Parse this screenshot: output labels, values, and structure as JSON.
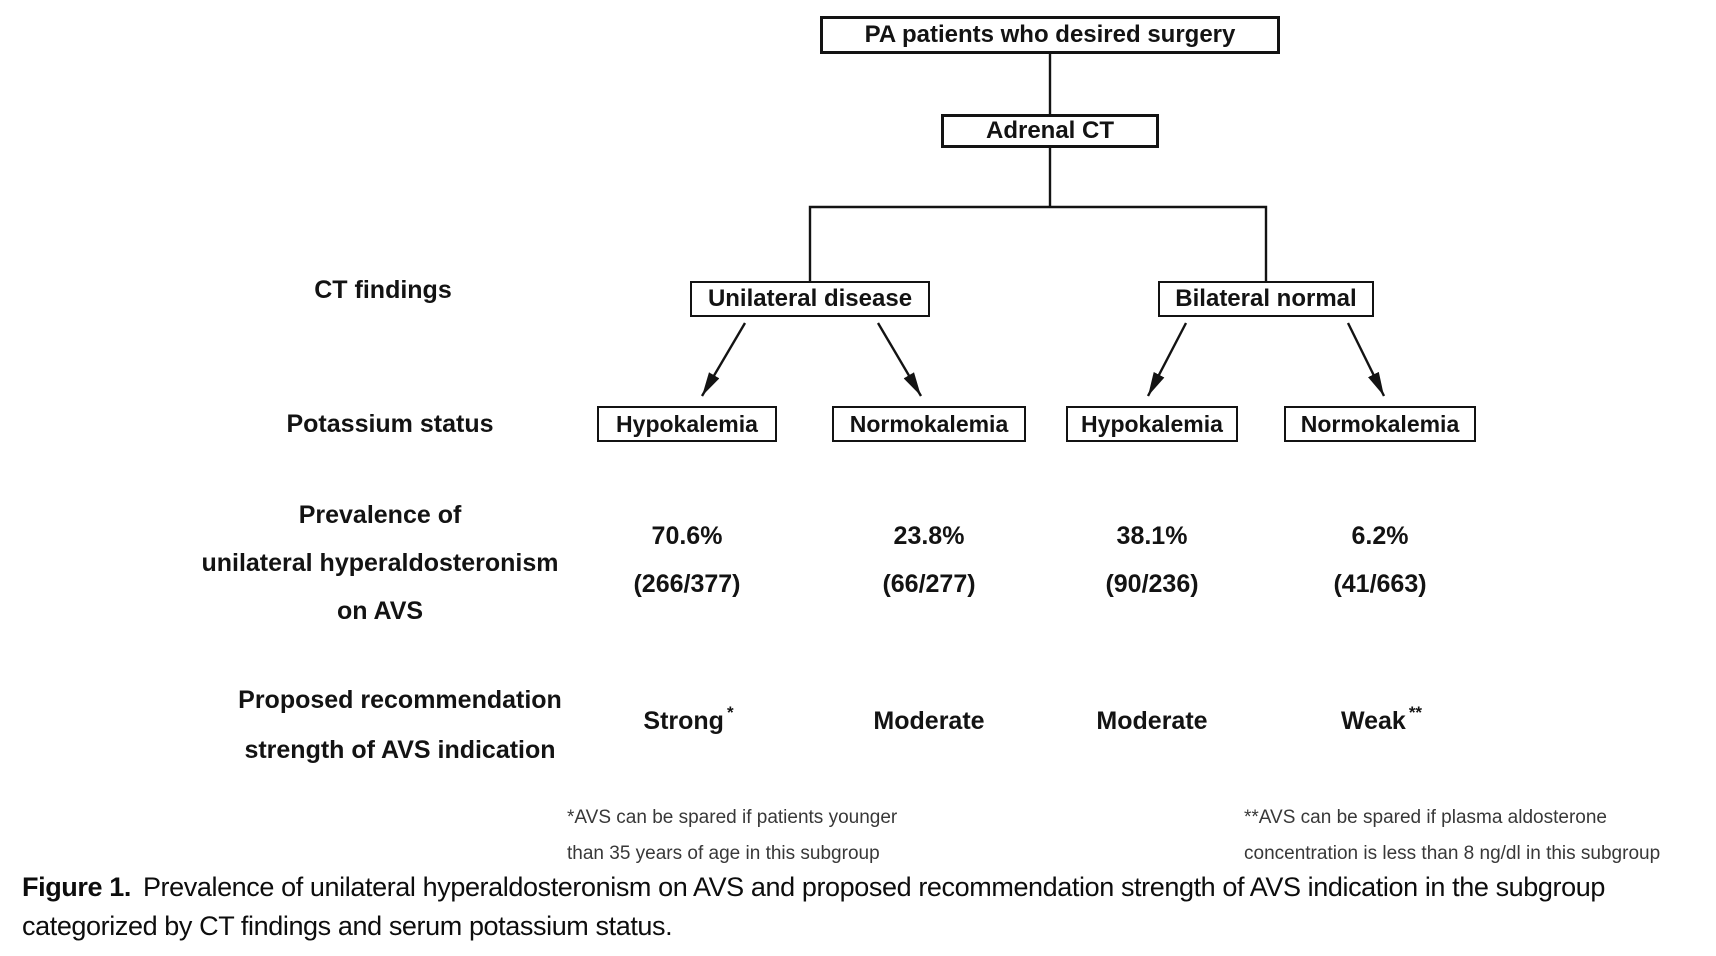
{
  "colors": {
    "background": "#ffffff",
    "line": "#131313",
    "text": "#131313",
    "footnote_text": "#383838"
  },
  "flowchart": {
    "root_label": "PA patients who desired surgery",
    "ct_label": "Adrenal CT",
    "row_labels": {
      "ct_findings": "CT findings",
      "potassium_status": "Potassium status",
      "prevalence_line1": "Prevalence of",
      "prevalence_line2": "unilateral hyperaldosteronism",
      "prevalence_line3": "on AVS",
      "recommendation_line1": "Proposed recommendation",
      "recommendation_line2": "strength of AVS indication"
    },
    "ct_findings": [
      "Unilateral disease",
      "Bilateral normal"
    ],
    "columns": [
      {
        "ct_branch": "Unilateral disease",
        "potassium": "Hypokalemia",
        "prevalence_pct": "70.6%",
        "prevalence_fraction": "(266/377)",
        "strength": "Strong",
        "strength_note_marker": "*"
      },
      {
        "ct_branch": "Unilateral disease",
        "potassium": "Normokalemia",
        "prevalence_pct": "23.8%",
        "prevalence_fraction": "(66/277)",
        "strength": "Moderate",
        "strength_note_marker": ""
      },
      {
        "ct_branch": "Bilateral normal",
        "potassium": "Hypokalemia",
        "prevalence_pct": "38.1%",
        "prevalence_fraction": "(90/236)",
        "strength": "Moderate",
        "strength_note_marker": ""
      },
      {
        "ct_branch": "Bilateral normal",
        "potassium": "Normokalemia",
        "prevalence_pct": "6.2%",
        "prevalence_fraction": "(41/663)",
        "strength": "Weak",
        "strength_note_marker": "**"
      }
    ],
    "footnotes": {
      "left_line1": "*AVS can be spared if patients younger",
      "left_line2": "than 35 years of age in this subgroup",
      "right_line1": "**AVS can be spared if plasma aldosterone",
      "right_line2": "concentration is less than 8 ng/dl in this subgroup"
    }
  },
  "caption": {
    "label": "Figure 1.",
    "text": "Prevalence of unilateral hyperaldosteronism on AVS and proposed recommendation strength of AVS indication in the subgroup categorized by CT findings and serum potassium status."
  }
}
